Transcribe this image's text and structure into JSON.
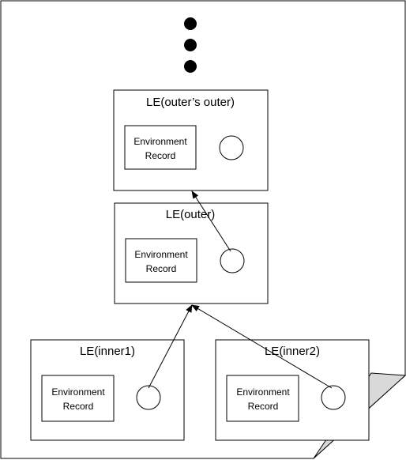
{
  "diagram": {
    "more_indicator": "ellipsis-dots",
    "boxes": {
      "outers_outer": {
        "title": "LE(outer’s outer)",
        "env_line1": "Environment",
        "env_line2": "Record"
      },
      "outer": {
        "title": "LE(outer)",
        "env_line1": "Environment",
        "env_line2": "Record"
      },
      "inner1": {
        "title": "LE(inner1)",
        "env_line1": "Environment",
        "env_line2": "Record"
      },
      "inner2": {
        "title": "LE(inner2)",
        "env_line1": "Environment",
        "env_line2": "Record"
      }
    },
    "references": [
      {
        "from": "outer",
        "to": "outers_outer"
      },
      {
        "from": "inner1",
        "to": "outer"
      },
      {
        "from": "inner2",
        "to": "outer"
      }
    ]
  }
}
